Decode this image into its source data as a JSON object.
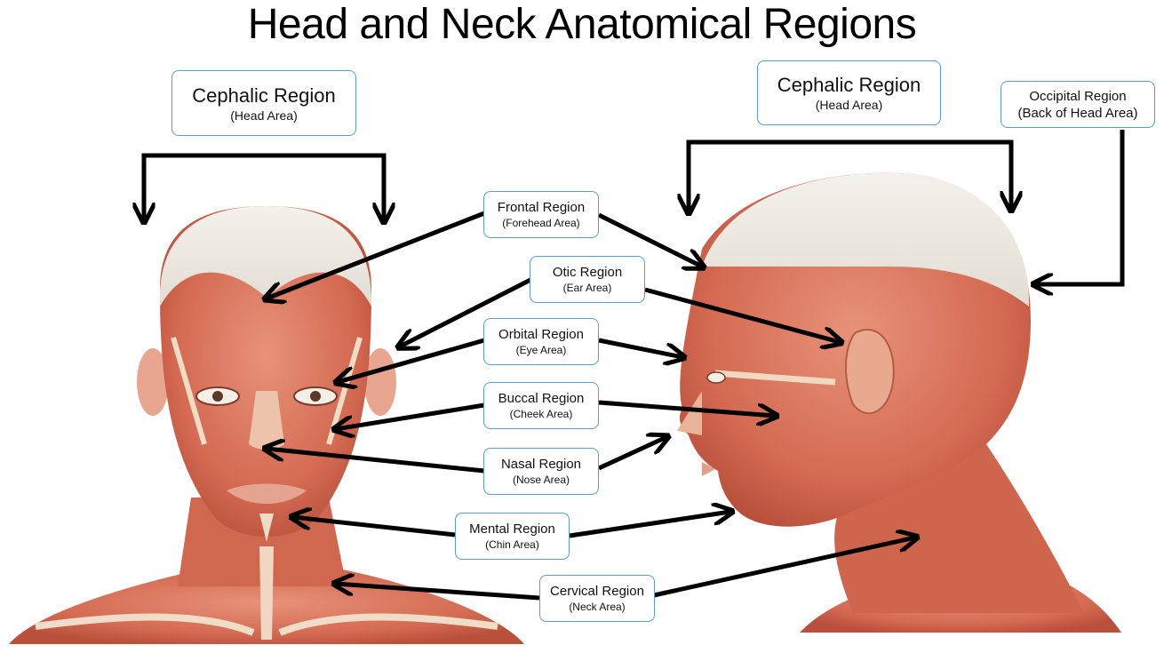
{
  "title": "Head and Neck Anatomical Regions",
  "colors": {
    "box_border": "#5b9bd5",
    "arrow": "#000000",
    "muscle": "#d9735a",
    "skin": "#f2d8c6"
  },
  "labels": {
    "cephalic_front": {
      "name": "Cephalic Region",
      "sub": "(Head Area)"
    },
    "cephalic_side": {
      "name": "Cephalic Region",
      "sub": "(Head Area)"
    },
    "occipital": {
      "name": "Occipital Region",
      "sub": "(Back of Head Area)"
    },
    "frontal": {
      "name": "Frontal Region",
      "sub": "(Forehead Area)"
    },
    "otic": {
      "name": "Otic Region",
      "sub": "(Ear Area)"
    },
    "orbital": {
      "name": "Orbital Region",
      "sub": "(Eye Area)"
    },
    "buccal": {
      "name": "Buccal Region",
      "sub": "(Cheek Area)"
    },
    "nasal": {
      "name": "Nasal Region",
      "sub": "(Nose Area)"
    },
    "mental": {
      "name": "Mental Region",
      "sub": "(Chin Area)"
    },
    "cervical": {
      "name": "Cervical Region",
      "sub": "(Neck Area)"
    }
  }
}
